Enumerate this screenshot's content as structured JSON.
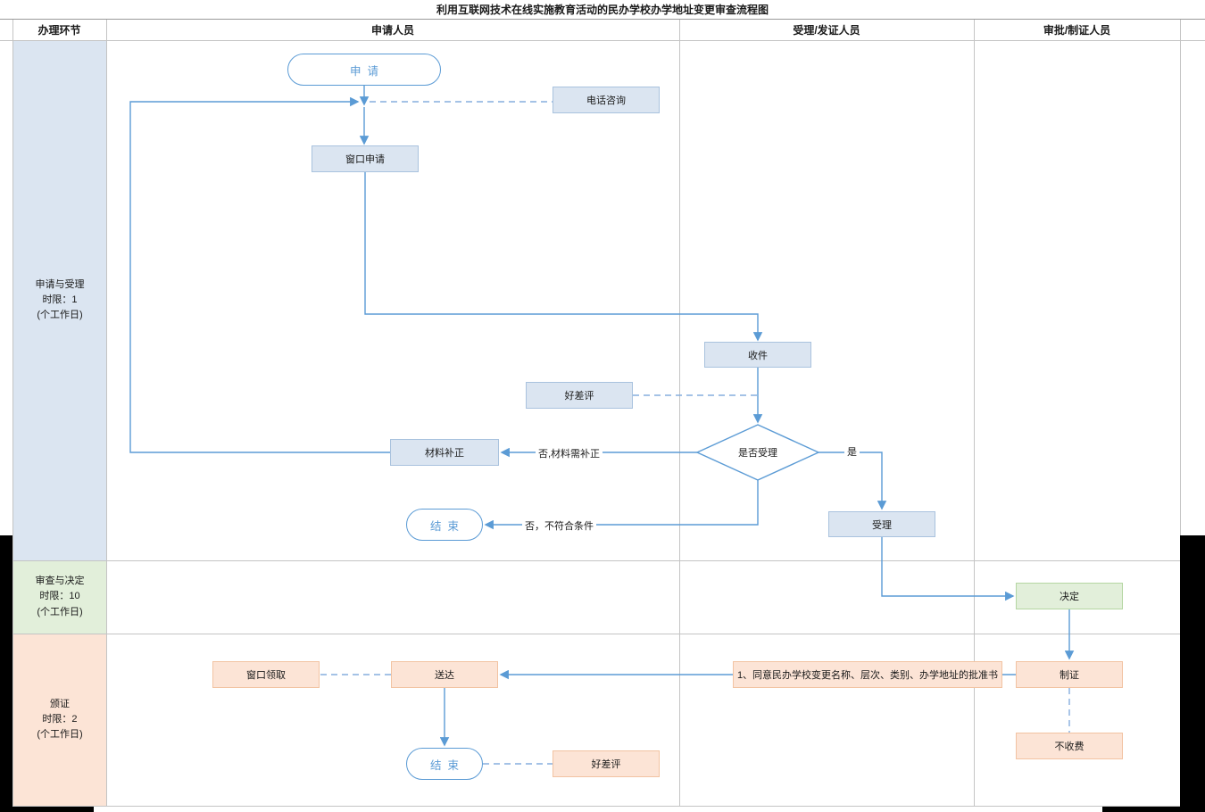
{
  "title": "利用互联网技术在线实施教育活动的民办学校办学地址变更审查流程图",
  "columns": {
    "steps": "办理环节",
    "applicant": "申请人员",
    "acceptance": "受理/发证人员",
    "approval": "审批/制证人员"
  },
  "lanes": [
    {
      "label": "申请与受理\n时限：1\n(个工作日)"
    },
    {
      "label": "审查与决定\n时限：10\n(个工作日)"
    },
    {
      "label": "颁证\n时限：2\n(个工作日)"
    }
  ],
  "nodes": {
    "start": "申请",
    "phone_consult": "电话咨询",
    "window_apply": "窗口申请",
    "receive": "收件",
    "review1": "好差评",
    "decision": "是否受理",
    "material_fix": "材料补正",
    "end1": "结束",
    "accept": "受理",
    "decide": "决定",
    "make_cert": "制证",
    "approval_doc": "1、同意民办学校变更名称、层次、类别、办学地址的批准书",
    "deliver": "送达",
    "window_pickup": "窗口领取",
    "end2": "结束",
    "review2": "好差评",
    "no_fee": "不收费"
  },
  "edge_labels": {
    "no_fix": "否,材料需补正",
    "no_reject": "否，不符合条件",
    "yes": "是"
  },
  "colors": {
    "connector_blue": "#5b9bd5",
    "lane_apply_bg": "#dbe5f1",
    "lane_review_bg": "#e2efda",
    "lane_issue_bg": "#fce4d6"
  }
}
